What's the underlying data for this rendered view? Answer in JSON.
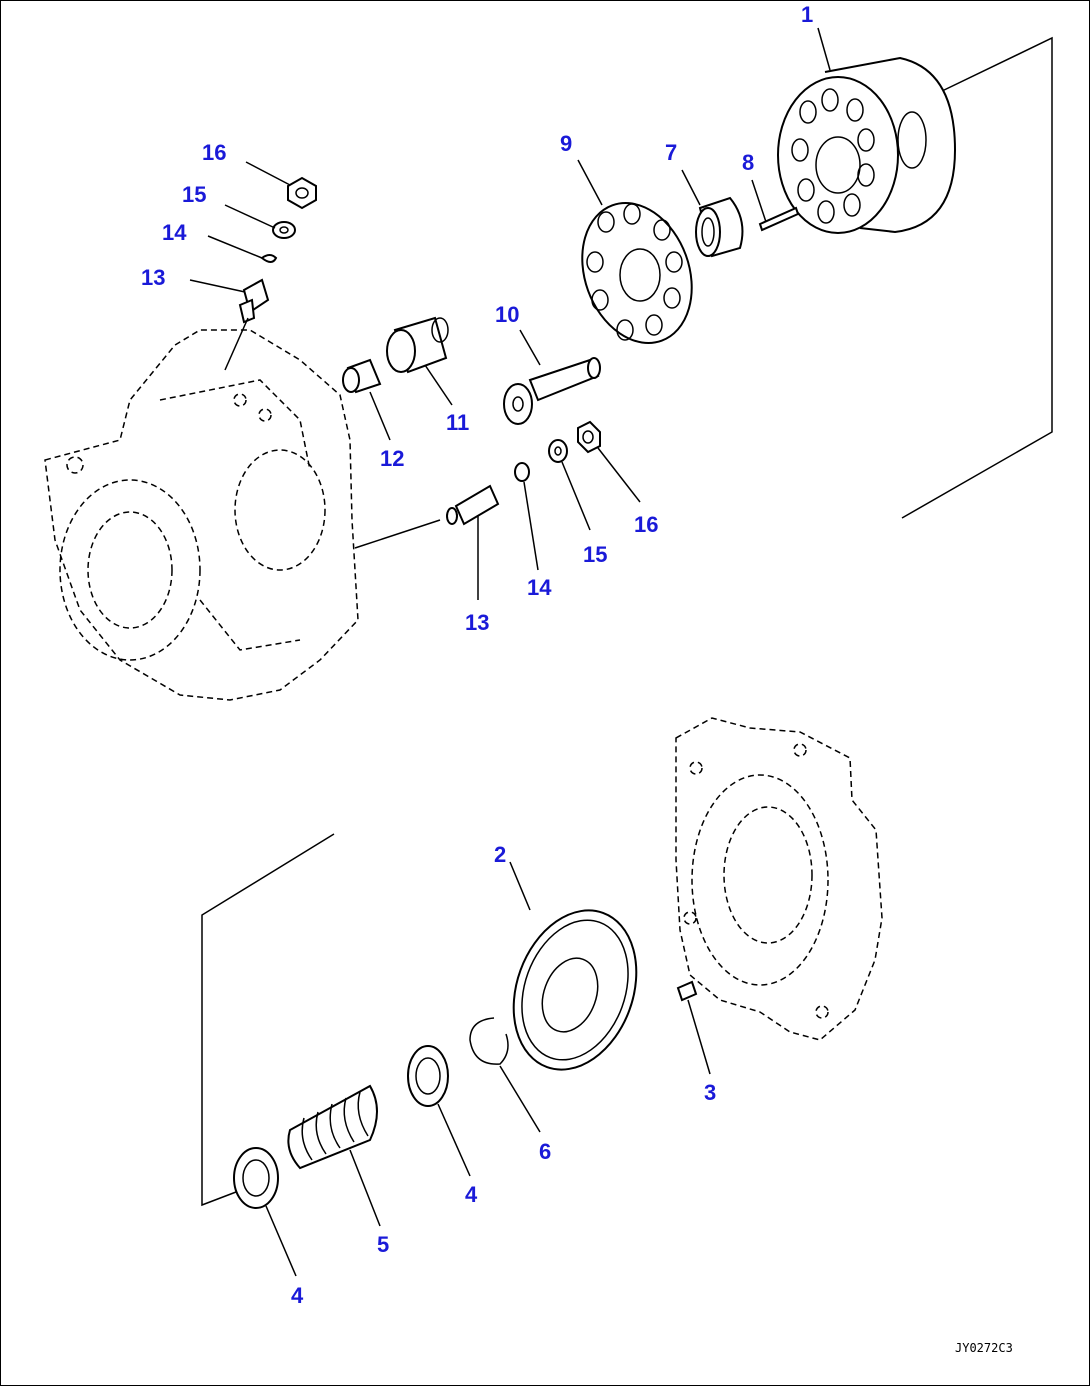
{
  "diagram": {
    "drawing_id": "JY0272C3",
    "callout_color": "#1a1ad8",
    "callouts": [
      {
        "id": "c1",
        "label": "1"
      },
      {
        "id": "c16a",
        "label": "16"
      },
      {
        "id": "c15a",
        "label": "15"
      },
      {
        "id": "c14a",
        "label": "14"
      },
      {
        "id": "c13a",
        "label": "13"
      },
      {
        "id": "c9",
        "label": "9"
      },
      {
        "id": "c7",
        "label": "7"
      },
      {
        "id": "c8",
        "label": "8"
      },
      {
        "id": "c10",
        "label": "10"
      },
      {
        "id": "c11",
        "label": "11"
      },
      {
        "id": "c12",
        "label": "12"
      },
      {
        "id": "c16b",
        "label": "16"
      },
      {
        "id": "c15b",
        "label": "15"
      },
      {
        "id": "c14b",
        "label": "14"
      },
      {
        "id": "c13b",
        "label": "13"
      },
      {
        "id": "c2",
        "label": "2"
      },
      {
        "id": "c3",
        "label": "3"
      },
      {
        "id": "c6",
        "label": "6"
      },
      {
        "id": "c4a",
        "label": "4"
      },
      {
        "id": "c5",
        "label": "5"
      },
      {
        "id": "c4b",
        "label": "4"
      }
    ]
  }
}
